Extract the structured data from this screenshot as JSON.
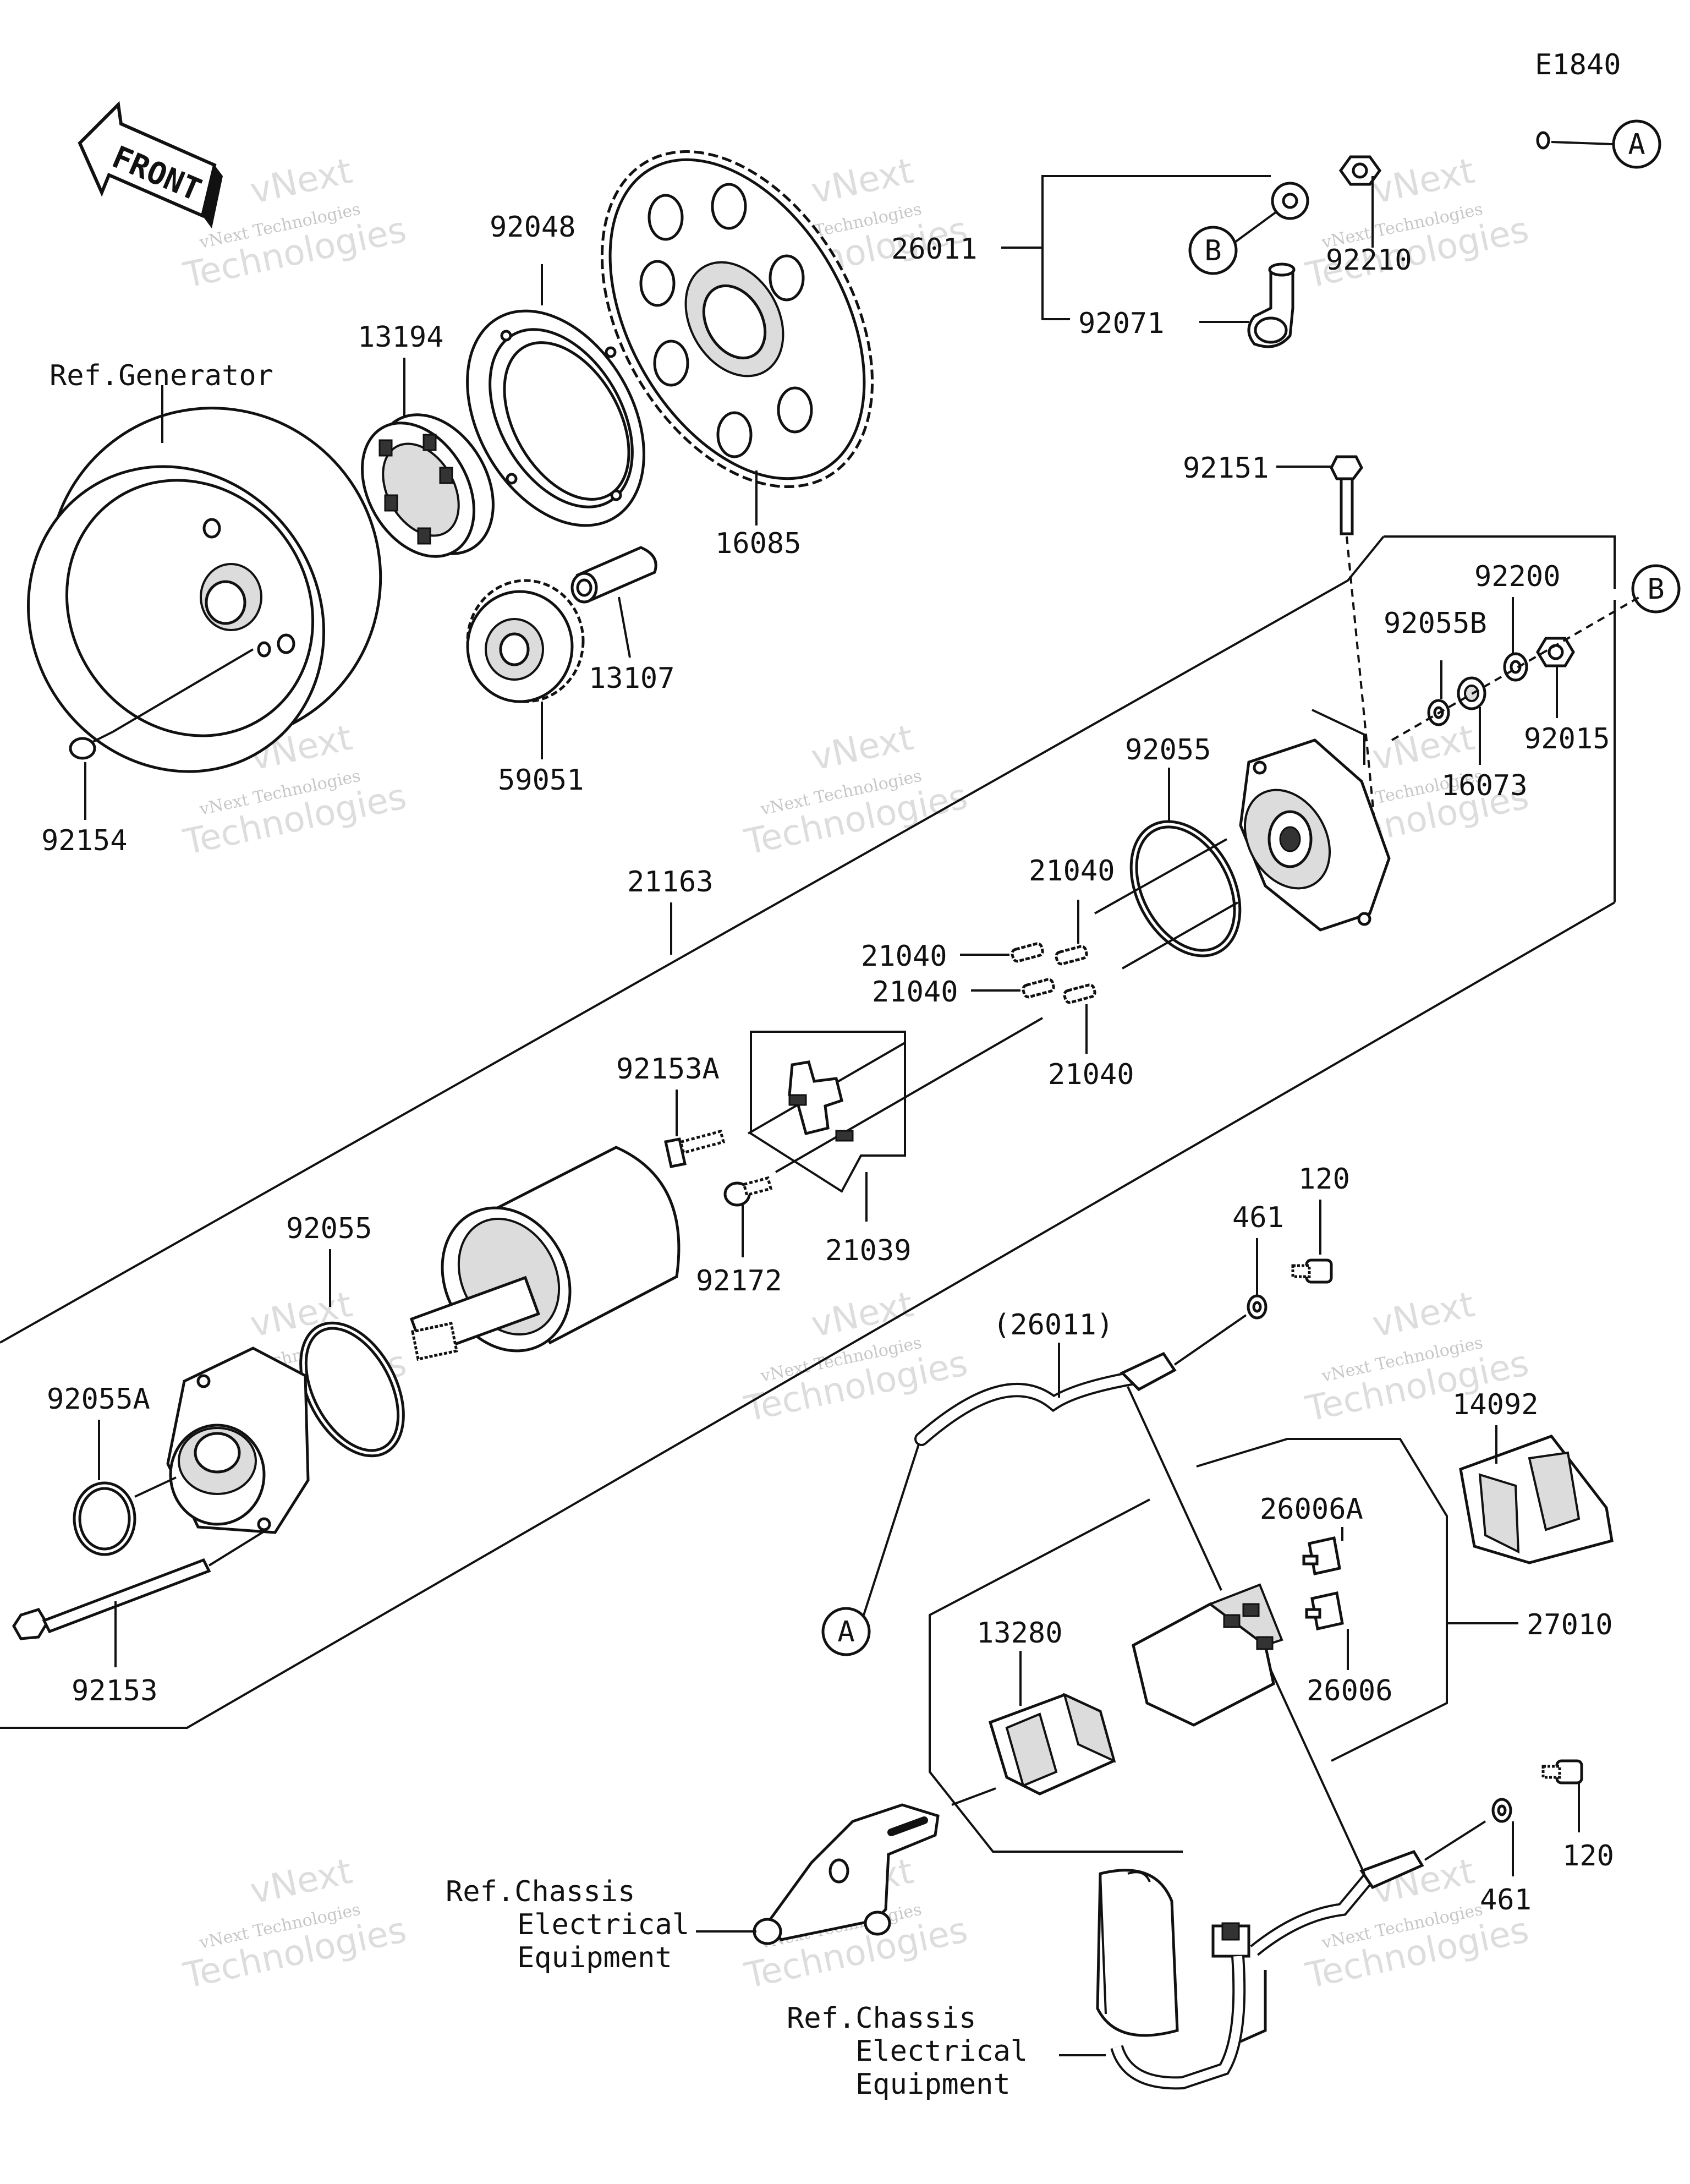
{
  "diagram_code": "E1840",
  "front_label": "FRONT",
  "connector_letters": {
    "a": "A",
    "b": "B"
  },
  "labels": {
    "p26011": "26011",
    "p92210": "92210",
    "p92071": "92071",
    "p92048": "92048",
    "p13194": "13194",
    "ref_generator": "Ref.Generator",
    "p16085": "16085",
    "p13107": "13107",
    "p59051": "59051",
    "p92154": "92154",
    "p92151": "92151",
    "p92200": "92200",
    "p92055B": "92055B",
    "p92015": "92015",
    "p16073": "16073",
    "p92055_upper": "92055",
    "p21040_a": "21040",
    "p21040_b": "21040",
    "p21040_c": "21040",
    "p21040_d": "21040",
    "p21163": "21163",
    "p92153A": "92153A",
    "p92172": "92172",
    "p21039": "21039",
    "p92055_lower": "92055",
    "p92055A": "92055A",
    "p92153": "92153",
    "p120_upper": "120",
    "p461_upper": "461",
    "p26011_paren": "(26011)",
    "p14092": "14092",
    "p26006A": "26006A",
    "p27010": "27010",
    "p26006": "26006",
    "p13280": "13280",
    "p120_lower": "120",
    "p461_lower": "461"
  },
  "ref_chassis_1": [
    "Ref.Chassis",
    "Electrical",
    "Equipment"
  ],
  "ref_chassis_2": [
    "Ref.Chassis",
    "Electrical",
    "Equipment"
  ],
  "watermark": {
    "line1": "vNext Technologies",
    "line2": "Technologies",
    "line0": "vNext"
  }
}
